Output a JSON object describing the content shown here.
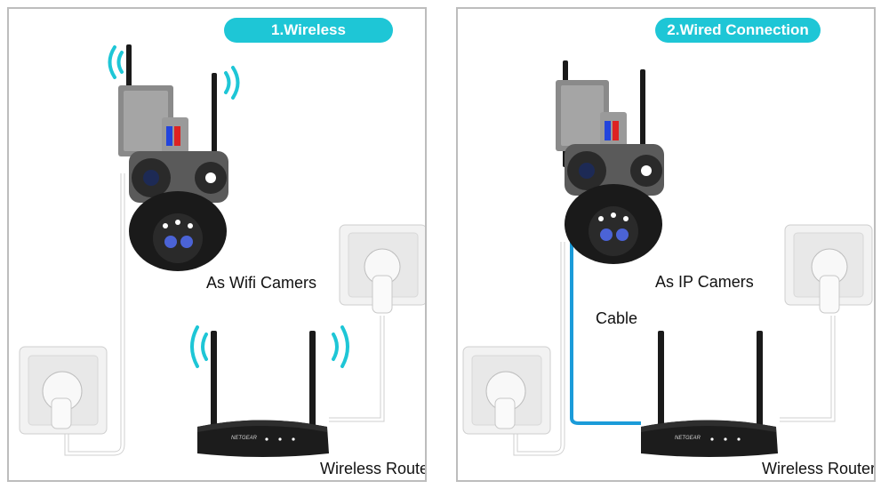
{
  "panels": [
    {
      "title": "1.Wireless Connection",
      "camera_label": "As Wifi Camers",
      "router_label": "Wireless Router",
      "router_brand": "NETGEAR",
      "cable_label": ""
    },
    {
      "title": "2.Wired Connection",
      "camera_label": "As IP Camers",
      "router_label": "Wireless Router",
      "router_brand": "NETGEAR",
      "cable_label": "Cable"
    }
  ],
  "colors": {
    "badge": "#1ec6d6",
    "wifi_waves": "#1ec6d6",
    "ethernet_cable": "#1b9bd9",
    "power_cable": "#ffffff"
  },
  "icons": [
    "camera-icon",
    "router-icon",
    "power-socket-icon",
    "wifi-signal-icon",
    "ethernet-cable-icon"
  ]
}
